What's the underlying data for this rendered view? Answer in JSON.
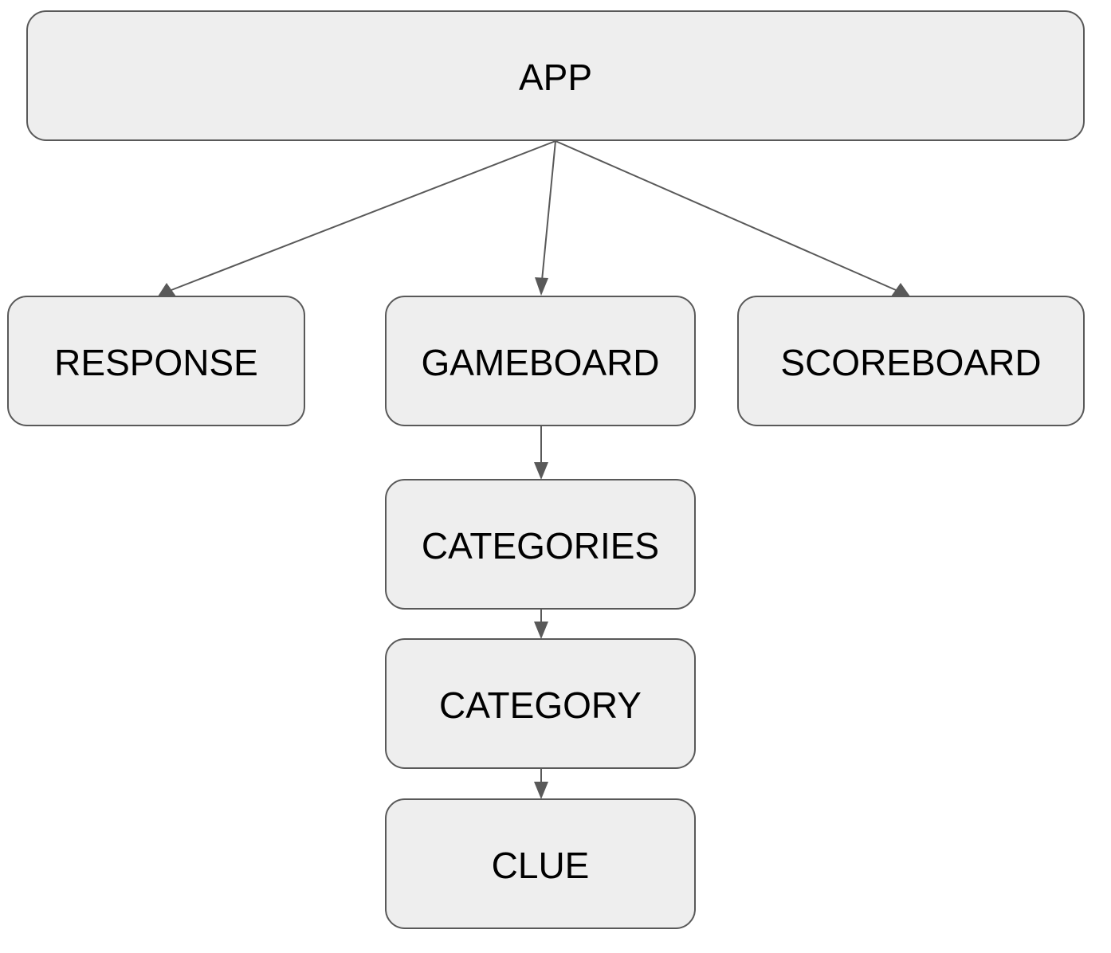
{
  "diagram": {
    "nodes": {
      "app": "APP",
      "response": "RESPONSE",
      "gameboard": "GAMEBOARD",
      "scoreboard": "SCOREBOARD",
      "categories": "CATEGORIES",
      "category": "CATEGORY",
      "clue": "CLUE"
    },
    "edges": [
      {
        "from": "APP",
        "to": "RESPONSE"
      },
      {
        "from": "APP",
        "to": "GAMEBOARD"
      },
      {
        "from": "APP",
        "to": "SCOREBOARD"
      },
      {
        "from": "GAMEBOARD",
        "to": "CATEGORIES"
      },
      {
        "from": "CATEGORIES",
        "to": "CATEGORY"
      },
      {
        "from": "CATEGORY",
        "to": "CLUE"
      }
    ],
    "colors": {
      "node_fill": "#eeeeee",
      "stroke": "#595959",
      "text": "#000000"
    }
  }
}
